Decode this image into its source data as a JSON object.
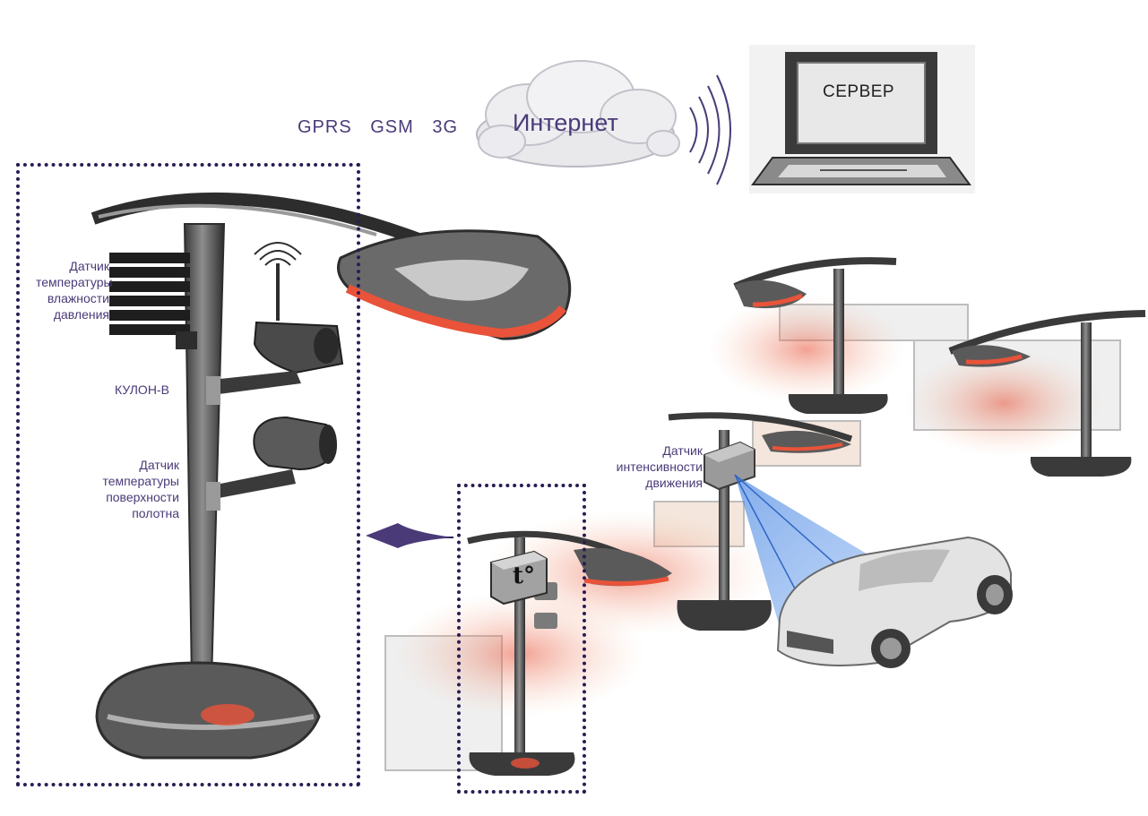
{
  "network": {
    "protocols": [
      "GPRS",
      "GSM",
      "3G"
    ],
    "internet_label": "Интернет",
    "server_label": "СЕРВЕР"
  },
  "labels": {
    "weather_sensor": [
      "Датчик",
      "температуры",
      "влажности",
      "давления"
    ],
    "device_name": "КУЛОН-В",
    "surface_sensor": [
      "Датчик",
      "температуры",
      "поверхности",
      "полотна"
    ],
    "traffic_sensor": [
      "Датчик",
      "интенсивности",
      "движения"
    ],
    "temperature_box_symbol": "t°"
  },
  "colors": {
    "label_text": "#4b3a78",
    "frame_border": "#2a1c55",
    "lamp_glow": "#e8533a",
    "beam": "#3d7fe0"
  },
  "icons": [
    "cloud-icon",
    "laptop-icon",
    "wifi-signal-icon",
    "camera-icon",
    "street-lamp-icon",
    "car-icon",
    "arrow-left-icon"
  ]
}
